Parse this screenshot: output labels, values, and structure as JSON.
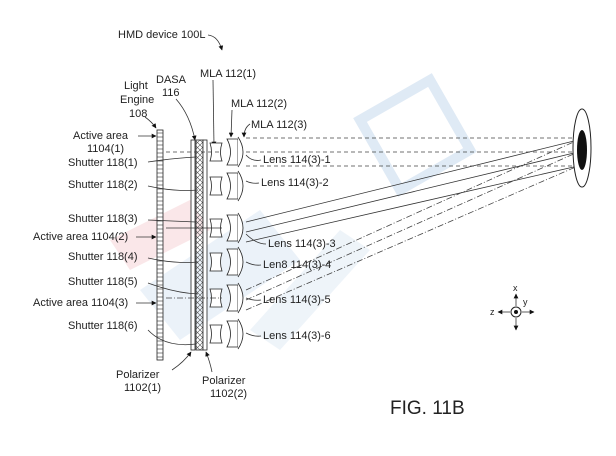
{
  "figure": {
    "title": "FIG. 11B",
    "device_label": "HMD device 100L",
    "watermark_colors": [
      "#4a86c5",
      "#d94452"
    ]
  },
  "components": {
    "light_engine": {
      "line1": "Light",
      "line2": "Engine",
      "line3": "108"
    },
    "dasa": {
      "line1": "DASA",
      "line2": "116"
    },
    "mla": [
      "MLA 112(1)",
      "MLA 112(2)",
      "MLA 112(3)"
    ],
    "polarizers": [
      {
        "line1": "Polarizer",
        "line2": "1102(1)"
      },
      {
        "line1": "Polarizer",
        "line2": "1102(2)"
      }
    ]
  },
  "left_labels": [
    {
      "id": "active-area-1",
      "line1": "Active area",
      "line2": "1104(1)"
    },
    {
      "id": "shutter-1",
      "text": "Shutter 118(1)"
    },
    {
      "id": "shutter-2",
      "text": "Shutter 118(2)"
    },
    {
      "id": "shutter-3",
      "text": "Shutter 118(3)"
    },
    {
      "id": "active-area-2",
      "text": "Active area 1104(2)"
    },
    {
      "id": "shutter-4",
      "text": "Shutter 118(4)"
    },
    {
      "id": "shutter-5",
      "text": "Shutter 118(5)"
    },
    {
      "id": "active-area-3",
      "text": "Active area 1104(3)"
    },
    {
      "id": "shutter-6",
      "text": "Shutter 118(6)"
    }
  ],
  "lens_labels": [
    "Lens 114(3)-1",
    "Lens 114(3)-2",
    "Lens 114(3)-3",
    "Len8 114(3)-4",
    "Lens 114(3)-5",
    "Lens 114(3)-6"
  ],
  "axes": {
    "x": "x",
    "y": "y",
    "z": "z"
  }
}
